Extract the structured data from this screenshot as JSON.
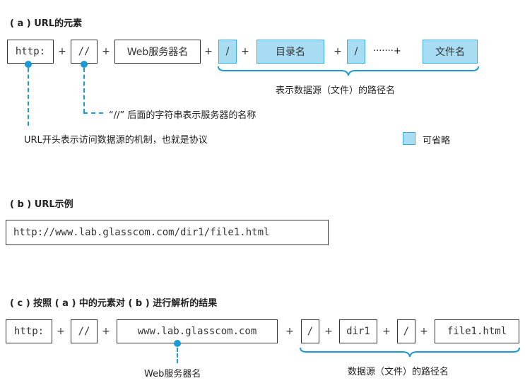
{
  "section_a": {
    "title": "( a ) URL的元素",
    "parts": [
      "http:",
      "//",
      "Web服务器名",
      "/",
      "目录名",
      "/",
      "·······+",
      "文件名"
    ],
    "plus": "+",
    "brace_label": "表示数据源（文件）的路径名",
    "note_slashes": "“//” 后面的字符串表示服务器的名称",
    "note_protocol": "URL开头表示访问数据源的机制，也就是协议",
    "legend_label": "可省略",
    "colors": {
      "optional_fill": "#a8dcf2",
      "optional_border": "#3ab0e0",
      "accent": "#1b9ad6"
    }
  },
  "section_b": {
    "title": "( b ) URL示例",
    "url": "http://www.lab.glasscom.com/dir1/file1.html"
  },
  "section_c": {
    "title": "( c ) 按照 ( a ) 中的元素对 ( b ) 进行解析的结果",
    "parts": [
      "http:",
      "//",
      "www.lab.glasscom.com",
      "/",
      "dir1",
      "/",
      "file1.html"
    ],
    "plus": "+",
    "server_label": "Web服务器名",
    "brace_label": "数据源（文件）的路径名"
  }
}
